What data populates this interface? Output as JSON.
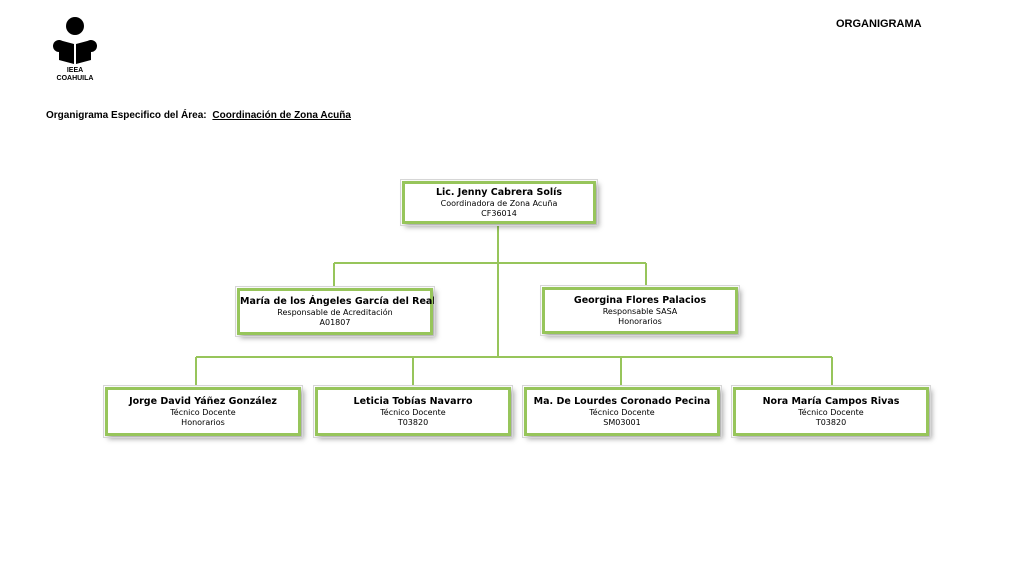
{
  "header": {
    "logo_lines": [
      "IEEA",
      "COAHUILA"
    ],
    "page_heading": "ORGANIGRAMA",
    "area_prefix": "Organigrama Especifico del Área:",
    "area_name": "Coordinación de Zona Acuña"
  },
  "colors": {
    "connector": "#97c55b",
    "node_border": "#97c55b"
  },
  "org": {
    "root": {
      "name": "Lic. Jenny Cabrera Solís",
      "role": "Coordinadora de Zona Acuña",
      "code": "CF36014"
    },
    "level2": [
      {
        "name": "María de los Ángeles García del Real",
        "role": "Responsable de Acreditación",
        "code": "A01807"
      },
      {
        "name": "Georgina Flores Palacios",
        "role": "Responsable SASA",
        "code": "Honorarios"
      }
    ],
    "level3": [
      {
        "name": "Jorge David Yáñez González",
        "role": "Técnico Docente",
        "code": "Honorarios"
      },
      {
        "name": "Leticia Tobías Navarro",
        "role": "Técnico Docente",
        "code": "T03820"
      },
      {
        "name": "Ma. De Lourdes Coronado Pecina",
        "role": "Técnico Docente",
        "code": "SM03001"
      },
      {
        "name": "Nora María Campos Rivas",
        "role": "Técnico Docente",
        "code": "T03820"
      }
    ]
  }
}
